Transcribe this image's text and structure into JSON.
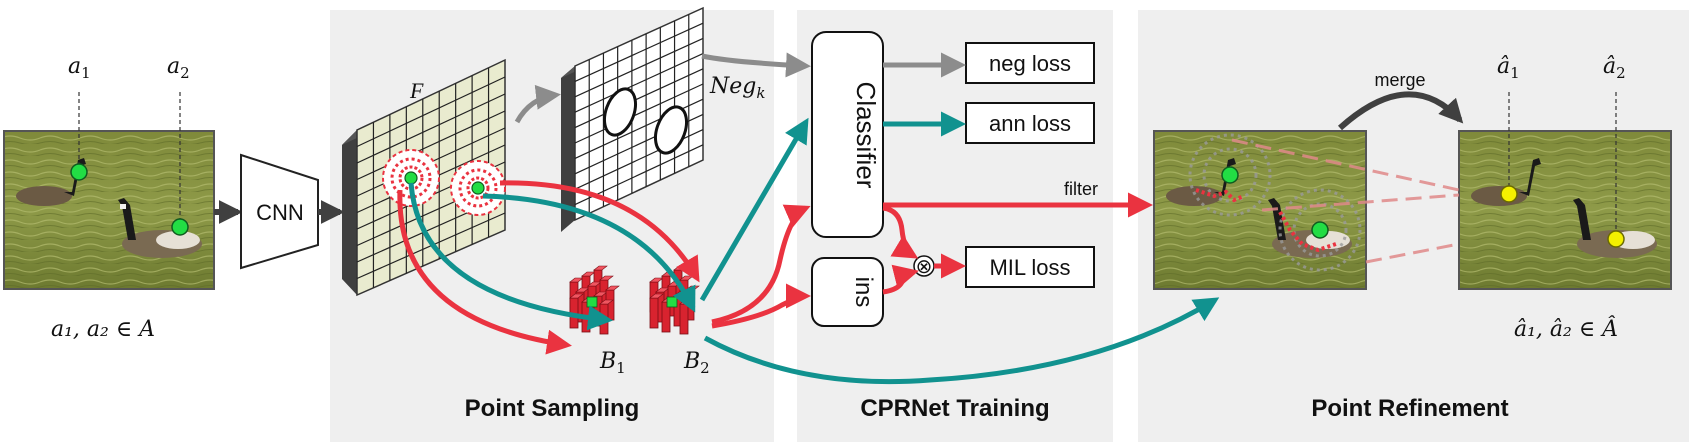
{
  "sections": {
    "point_sampling": "Point Sampling",
    "cprnet_training": "CPRNet Training",
    "point_refinement": "Point Refinement"
  },
  "input": {
    "label_a1": "a",
    "sub_a1": "1",
    "label_a2": "a",
    "sub_a2": "2",
    "set_label": "a₁, a₂ ∈ A"
  },
  "network": {
    "cnn_label": "CNN",
    "feature_label": "F",
    "neg_label": "Neg",
    "neg_sub": "k",
    "bag1_label": "B",
    "bag1_sub": "1",
    "bag2_label": "B",
    "bag2_sub": "2"
  },
  "training": {
    "classifier_label": "Classifier",
    "ins_label": "ins",
    "neg_loss": "neg loss",
    "ann_loss": "ann loss",
    "mil_loss": "MIL loss",
    "filter_label": "filter",
    "otimes": "⊗"
  },
  "refinement": {
    "merge_label": "merge",
    "label_a1": "â",
    "sub_a1": "1",
    "label_a2": "â",
    "sub_a2": "2",
    "set_label": "â₁, â₂ ∈ Â"
  },
  "colors": {
    "panel_bg": "#efefef",
    "red_arrow": "#ea3340",
    "teal_arrow": "#11928f",
    "gray_arrow": "#8c8c8c",
    "dark_arrow": "#404040",
    "point_green": "#22dd44",
    "point_yellow": "#f4f000"
  }
}
